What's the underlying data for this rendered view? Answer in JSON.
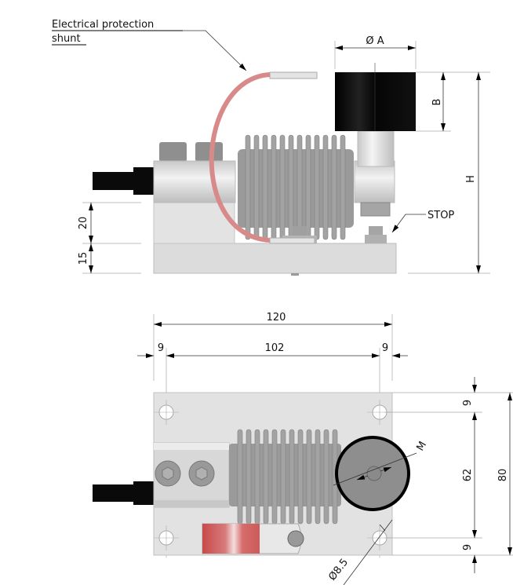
{
  "title": "Load cell mounting kit dimensional drawing",
  "side_view": {
    "callout_line1": "Electrical protection",
    "callout_line2": "shunt",
    "dim_diameter_A": "Ø A",
    "dim_B": "B",
    "dim_H": "H",
    "dim_20": "20",
    "dim_15": "15",
    "stop_label": "STOP"
  },
  "top_view": {
    "dim_total_width": "120",
    "dim_hole_spacing_x": "102",
    "dim_edge_left": "9",
    "dim_edge_right": "9",
    "dim_edge_top": "9",
    "dim_hole_spacing_y": "62",
    "dim_edge_bottom": "9",
    "dim_total_depth": "80",
    "dim_thread": "M",
    "dim_hole_diameter": "Ø8.5"
  },
  "colors": {
    "shunt": "#d88a8a",
    "metal": "#d9d9d9",
    "bellows": "#9a9a9a",
    "black": "#0a0a0a"
  }
}
